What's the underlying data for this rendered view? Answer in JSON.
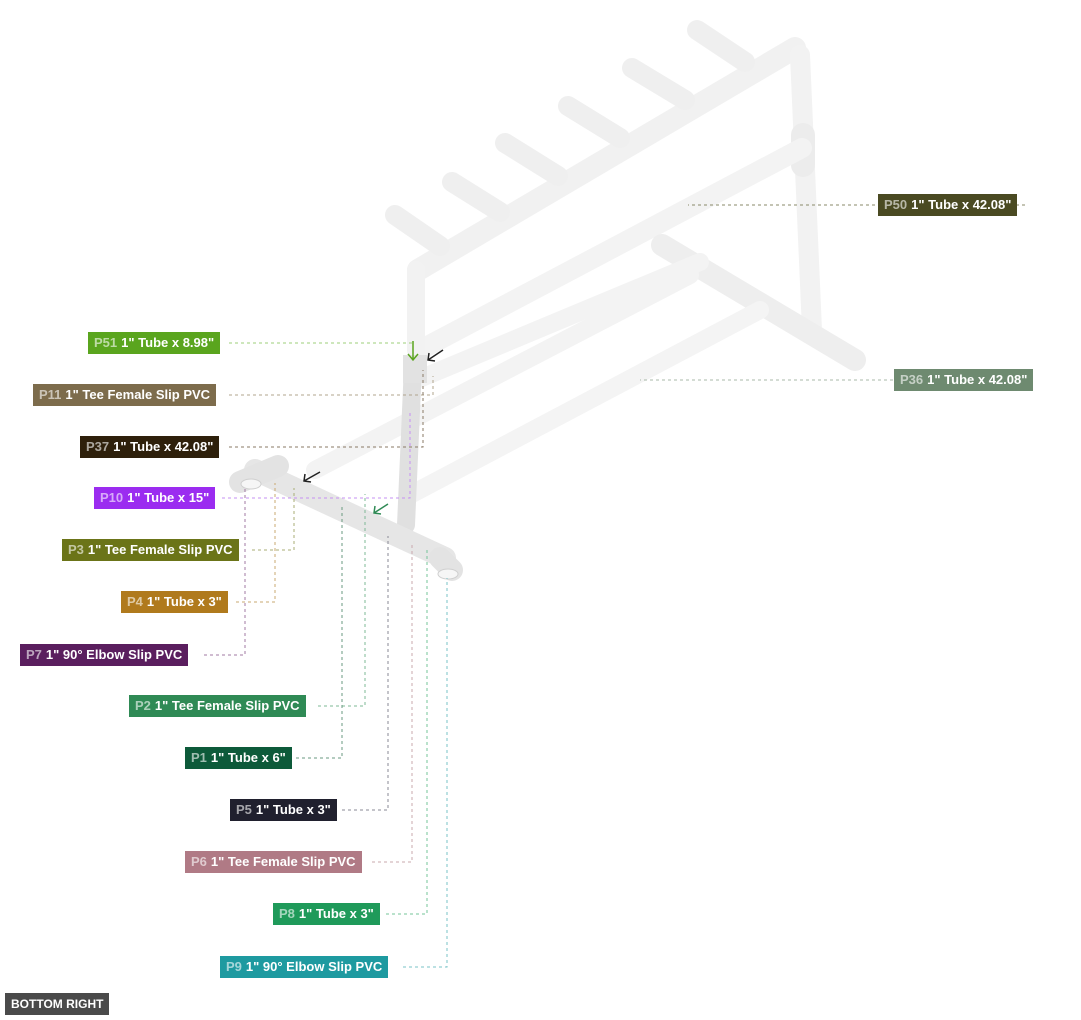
{
  "view_label": "BOTTOM RIGHT",
  "parts": [
    {
      "id": "P50",
      "name": "1\" Tube x 42.08\"",
      "color": "#4a4a22"
    },
    {
      "id": "P51",
      "name": "1\" Tube x 8.98\"",
      "color": "#5aa51e"
    },
    {
      "id": "P36",
      "name": "1\" Tube x 42.08\"",
      "color": "#6e8a70"
    },
    {
      "id": "P11",
      "name": "1\" Tee Female Slip PVC",
      "color": "#7d6c4c"
    },
    {
      "id": "P37",
      "name": "1\" Tube x 42.08\"",
      "color": "#2e200b"
    },
    {
      "id": "P10",
      "name": "1\" Tube x 15\"",
      "color": "#9b2cf0"
    },
    {
      "id": "P3",
      "name": "1\" Tee Female Slip PVC",
      "color": "#6b7418"
    },
    {
      "id": "P4",
      "name": "1\" Tube x 3\"",
      "color": "#b07a1d"
    },
    {
      "id": "P7",
      "name": "1\" 90° Elbow Slip PVC",
      "color": "#5a1e5e"
    },
    {
      "id": "P2",
      "name": "1\" Tee Female Slip PVC",
      "color": "#2f8a55"
    },
    {
      "id": "P1",
      "name": "1\" Tube x 6\"",
      "color": "#0d5a3a"
    },
    {
      "id": "P5",
      "name": "1\" Tube x 3\"",
      "color": "#20202e"
    },
    {
      "id": "P6",
      "name": "1\" Tee Female Slip PVC",
      "color": "#b07a85"
    },
    {
      "id": "P8",
      "name": "1\" Tube x 3\"",
      "color": "#1f9a5a"
    },
    {
      "id": "P9",
      "name": "1\" 90° Elbow Slip PVC",
      "color": "#1e9aa0"
    }
  ]
}
